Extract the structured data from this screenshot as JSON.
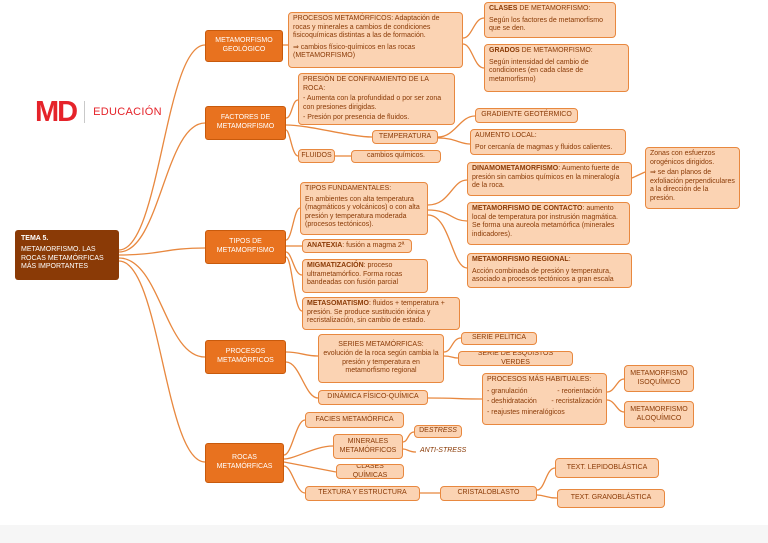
{
  "logo": {
    "mark": "MD",
    "text": "EDUCACIÓN"
  },
  "root": {
    "title": "TEMA 5.",
    "subtitle": "METAMORFISMO. LAS ROCAS METAMÓRFICAS MÁS IMPORTANTES"
  },
  "branches": {
    "geologico": "METAMORFISMO GEOLÓGICO",
    "factores": "FACTORES DE METAMORFISMO",
    "tipos": "TIPOS DE METAMORFISMO",
    "procesos": "PROCESOS METAMÓRFICOS",
    "rocas": "ROCAS METAMÓRFICAS"
  },
  "geologico": {
    "procesos_title": "PROCESOS METAMÓRFICOS: Adaptación de rocas y minerales a cambios de condiciones fisicoquímicas distintas a las de formación.",
    "procesos_arrow": "⇒ cambios físico-químicos en las rocas (METAMORFISMO)",
    "clases_bold": "CLASES",
    "clases_rest": " DE METAMORFISMO:",
    "clases_body": "Según los factores de metamorfismo que se den.",
    "grados_bold": "GRADOS",
    "grados_rest": " DE METAMORFISMO:",
    "grados_body": "Según intensidad del cambio de condiciones (en cada clase de metamorfismo)"
  },
  "factores": {
    "presion_title": "PRESIÓN DE CONFINAMIENTO DE LA ROCA:",
    "presion_1": "- Aumenta con la profundidad o por ser zona con presiones dirigidas.",
    "presion_2": "- Presión por presencia de fluidos.",
    "temperatura": "TEMPERATURA",
    "gradiente": "GRADIENTE GEOTÉRMICO",
    "aumento_title": "AUMENTO LOCAL:",
    "aumento_body": "Por cercanía de magmas y fluidos calientes.",
    "fluidos": "FLUIDOS",
    "cambios": "cambios químicos."
  },
  "tipos": {
    "fund_title": "TIPOS FUNDAMENTALES:",
    "fund_body": "En ambientes con alta temperatura (magmáticos y volcánicos) o con alta presión y temperatura moderada (procesos tectónicos).",
    "anatexia_bold": "ANATEXIA",
    "anatexia_rest": ": fusión a magma 2ª",
    "migma_bold": "MIGMATIZACIÓN",
    "migma_rest": ": proceso ultrametamórfico. Forma rocas bandeadas con fusión parcial",
    "metaso_bold": "METASOMATISMO",
    "metaso_rest": ": fluidos + temperatura + presión. Se produce sustitución iónica y recristalización, sin cambio de estado.",
    "dinamo_bold": "DINAMOMETAMORFISMO",
    "dinamo_rest": ": Aumento fuerte de presión sin cambios químicos en la mineralogía de la roca.",
    "zonas_1": "Zonas con esfuerzos orogénicos dirigidos.",
    "zonas_2": "⇒ se dan planos de exfoliación perpendiculares a la dirección de la presión.",
    "contacto_bold": "METAMORFISMO DE CONTACTO",
    "contacto_rest": ": aumento local de temperatura por instrusión magmática. Se forma una aureola metamórfica (minerales indicadores).",
    "regional_bold": "METAMORFISMO REGIONAL",
    "regional_rest": ":",
    "regional_body": "Acción combinada de presión y temperatura, asociado a procesos tectónicos a gran escala"
  },
  "procesos": {
    "series": "SERIES METAMÓRFICAS: evolución de la roca según cambia la presión y temperatura en metamorfismo regional",
    "pelitica": "SERIE PELÍTICA",
    "esquistos": "SERIE DE ESQUISTOS VERDES",
    "dinamica": "DINÁMICA FÍSICO-QUÍMICA",
    "habituales_title": "PROCESOS MÁS HABITUALES:",
    "granulacion": "- granulación",
    "reorientacion": "- reorientación",
    "deshidratacion": "- deshidratación",
    "recristalizacion": "- recristalización",
    "reajustes": "- reajustes mineralógicos",
    "isoquimico": "METAMORFISMO ISOQUÍMICO",
    "aloquimico": "METAMORFISMO ALOQUÍMICO"
  },
  "rocas": {
    "facies": "FACIES METAMÓRFICA",
    "minerales": "MINERALES METAMÓRFICOS",
    "de_stress_pre": "DE ",
    "de_stress_it": "STRESS",
    "anti_stress": "ANTI-STRESS",
    "clases": "CLASES QUÍMICAS",
    "textura": "TEXTURA Y ESTRUCTURA",
    "cristaloblasto": "CRISTALOBLASTO",
    "lepido": "TEXT. LEPIDOBLÁSTICA",
    "grano": "TEXT. GRANOBLÁSTICA"
  }
}
